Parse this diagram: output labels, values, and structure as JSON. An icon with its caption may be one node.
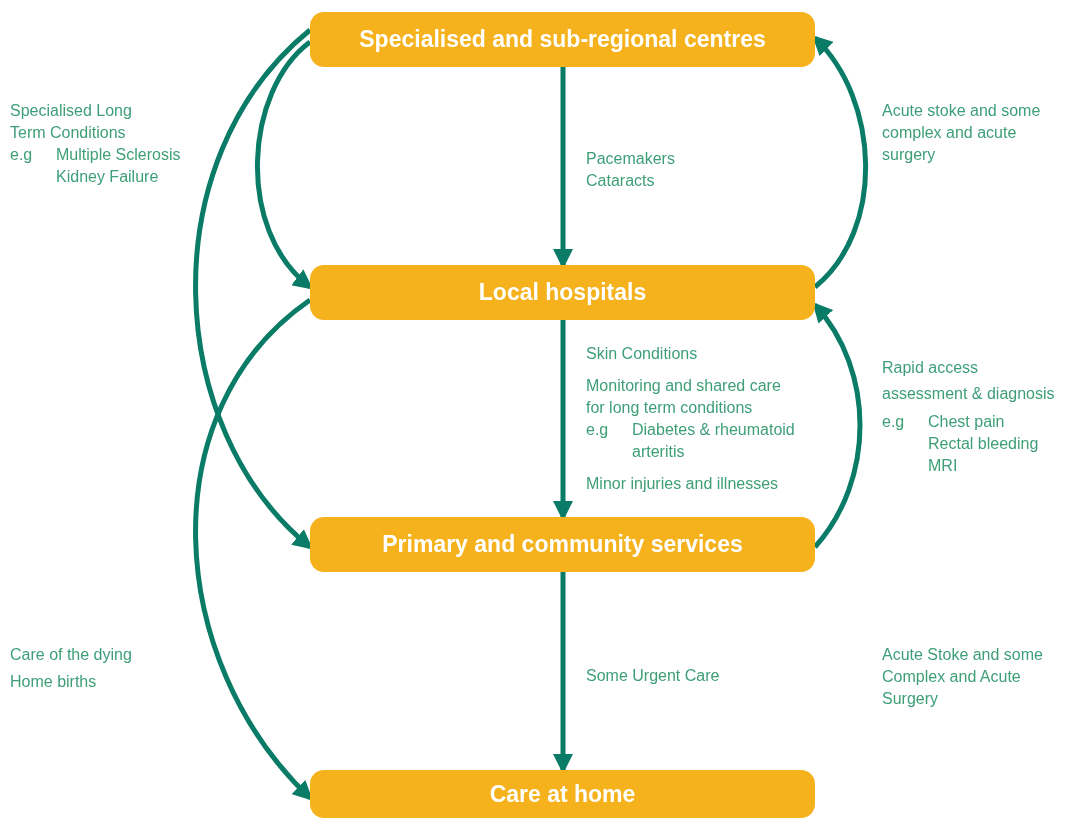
{
  "diagram": {
    "nodes": [
      {
        "text": [
          "Specialised and sub-regional centres"
        ]
      },
      {
        "text": [
          "Local hospitals"
        ]
      },
      {
        "text": [
          "Primary and community services"
        ]
      },
      {
        "text": [
          "Care at home"
        ]
      }
    ],
    "edges": [
      {
        "from": 0,
        "to": 1,
        "arrow": "to"
      },
      {
        "from": 0,
        "to": 1,
        "arrow": "to"
      },
      {
        "from": 0,
        "to": 2,
        "arrow": "to"
      },
      {
        "from": 1,
        "to": 2,
        "arrow": "to"
      },
      {
        "from": 1,
        "to": 3,
        "arrow": "to"
      },
      {
        "from": 2,
        "to": 3,
        "arrow": "to"
      },
      {
        "from": 1,
        "to": 0,
        "arrow": "to"
      },
      {
        "from": 2,
        "to": 1,
        "arrow": "to"
      }
    ],
    "labels": [
      "Specialised Long Term Conditions",
      "e.g",
      "Multiple Sclerosis",
      "Kidney Failure",
      "Pacemakers",
      "Cataracts",
      "Acute stoke and some complex and acute surgery",
      "Skin Conditions",
      "Monitoring and shared care for long term conditions",
      "e.g",
      "Diabetes & rheumatoid arteritis",
      "Minor injuries and illnesses",
      "Rapid access",
      "assessment & diagnosis",
      "e.g",
      "Chest pain",
      "Rectal bleeding",
      "MRI",
      "Care of the dying",
      "Home births",
      "Some Urgent Care",
      "Acute Stoke and some Complex and Acute Surgery"
    ]
  }
}
